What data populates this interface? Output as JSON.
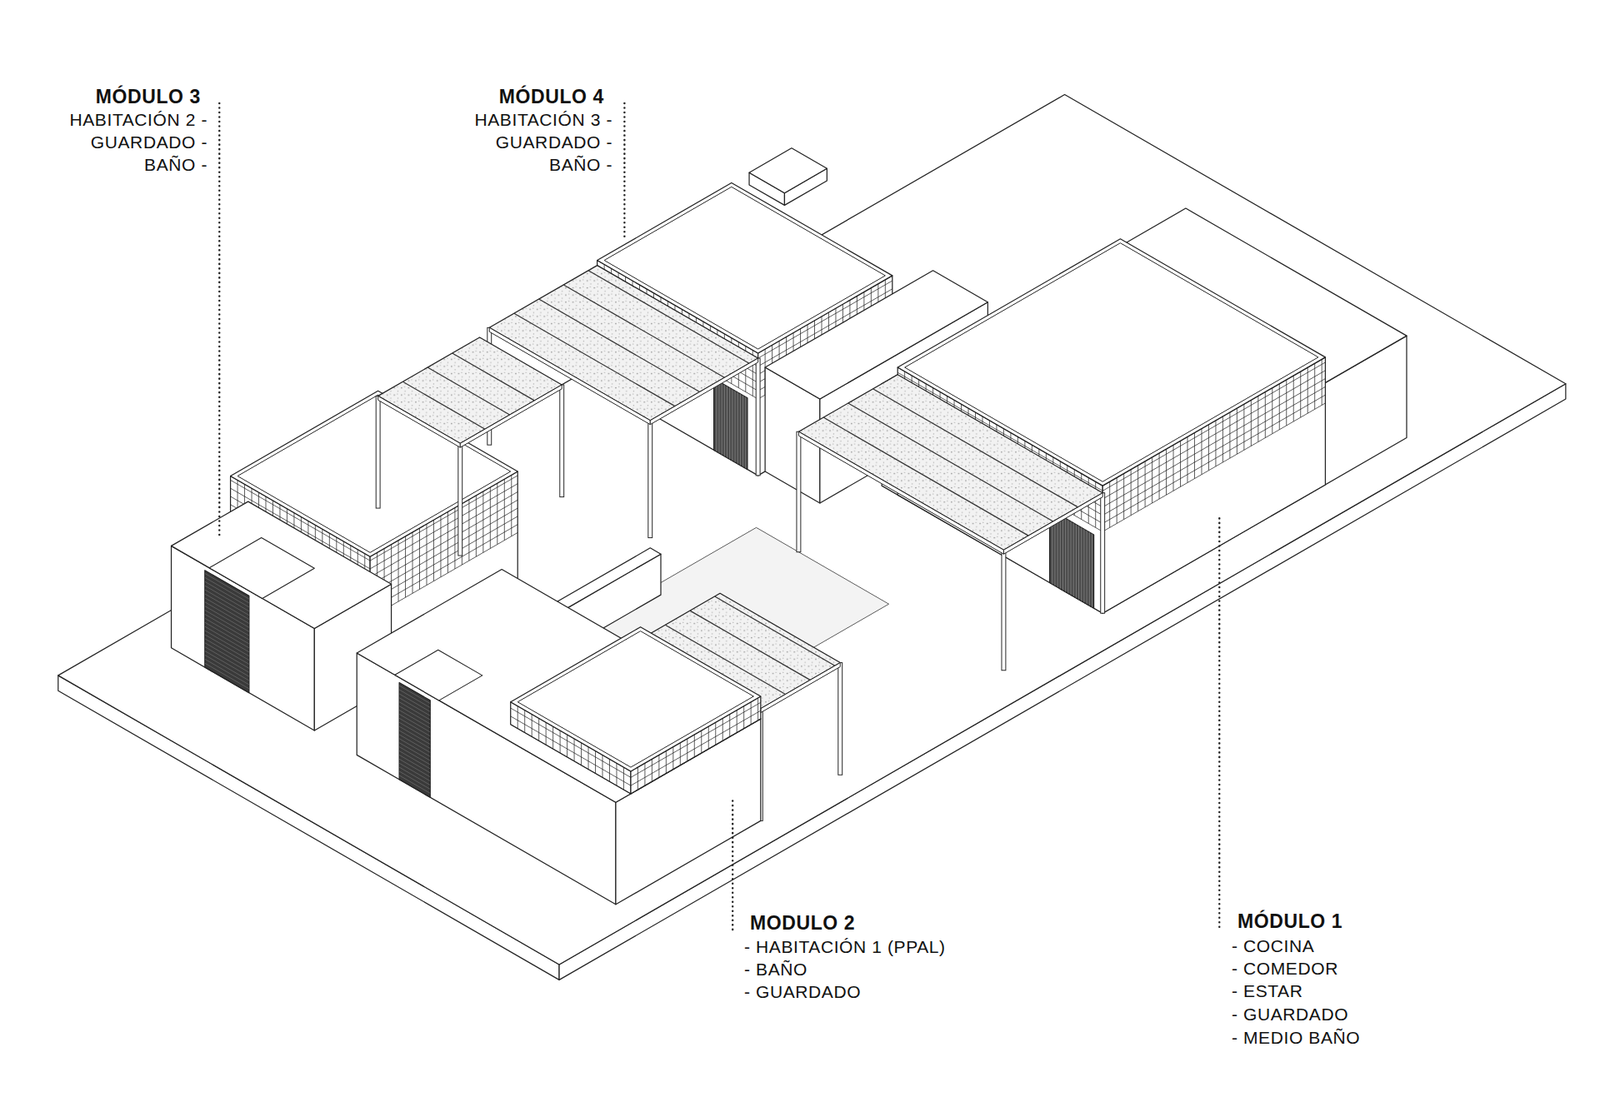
{
  "diagram": {
    "labels": [
      "MÓDULO 3",
      "HABITACIÓN 2 -",
      "GUARDADO -",
      "BAÑO -",
      "MÓDULO 4",
      "HABITACIÓN 3 -",
      "GUARDADO -",
      "BAÑO -",
      "MODULO 2",
      "- HABITACIÓN 1 (PPAL)",
      "- BAÑO",
      "- GUARDADO",
      "MÓDULO 1",
      "- COCINA",
      "- COMEDOR",
      "- ESTAR",
      "- GUARDADO",
      "- MEDIO BAÑO"
    ]
  }
}
